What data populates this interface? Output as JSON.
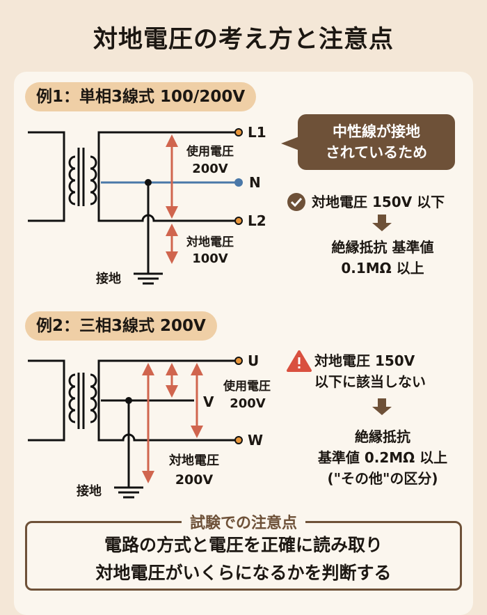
{
  "title": "対地電圧の考え方と注意点",
  "colors": {
    "brown": "#6e5138",
    "arrow": "#d0654e",
    "neutral": "#4a78a8",
    "terminal": "#e8963a",
    "pill": "#efcfa6",
    "warning": "#d9503f"
  },
  "example1": {
    "heading": "例1：単相3線式 100/200V",
    "terminals": [
      "L1",
      "N",
      "L2"
    ],
    "use_voltage_label": "使用電圧",
    "use_voltage_value": "200V",
    "ground_voltage_label": "対地電圧",
    "ground_voltage_value": "100V",
    "ground_label": "接地",
    "bubble_line1": "中性線が接地",
    "bubble_line2": "されているため",
    "check_text": "対地電圧 150V 以下",
    "result_line1": "絶縁抵抗 基準値",
    "result_line2": "0.1MΩ 以上"
  },
  "example2": {
    "heading": "例2：三相3線式 200V",
    "terminals": [
      "U",
      "V",
      "W"
    ],
    "use_voltage_label": "使用電圧",
    "use_voltage_value": "200V",
    "ground_voltage_label": "対地電圧",
    "ground_voltage_value": "200V",
    "ground_label": "接地",
    "warn_line1": "対地電圧 150V",
    "warn_line2": "以下に該当しない",
    "result_line1": "絶縁抵抗",
    "result_line2": "基準値 0.2MΩ 以上",
    "result_line3": "(\"その他\"の区分)"
  },
  "note": {
    "heading": "試験での注意点",
    "line1": "電路の方式と電圧を正確に読み取り",
    "line2": "対地電圧がいくらになるかを判断する"
  }
}
